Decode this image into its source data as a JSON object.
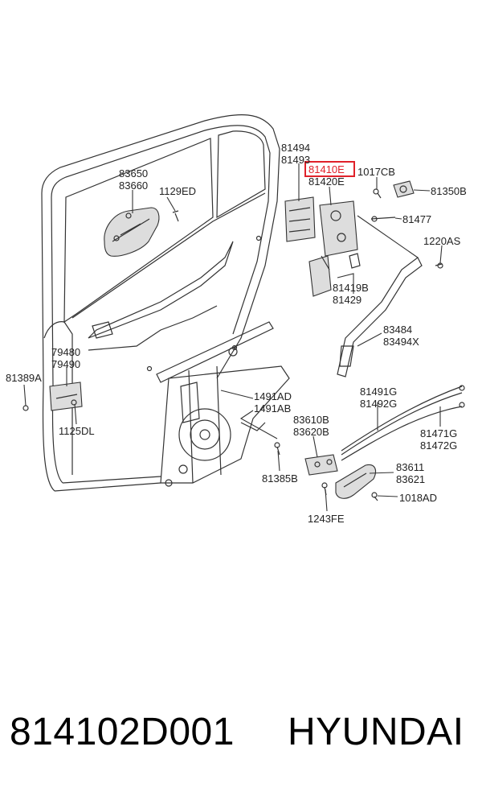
{
  "diagram": {
    "labels": {
      "l81494": "81494",
      "l81493": "81493",
      "l81410E": "81410E",
      "l81420E": "81420E",
      "l1017CB": "1017CB",
      "l81350B": "81350B",
      "l81477": "81477",
      "l1220AS": "1220AS",
      "l83650": "83650",
      "l83660": "83660",
      "l1129ED": "1129ED",
      "l81419B": "81419B",
      "l81429": "81429",
      "l83484": "83484",
      "l83494X": "83494X",
      "l79480": "79480",
      "l79490": "79490",
      "l81389A": "81389A",
      "l1125DL": "1125DL",
      "l1491AD": "1491AD",
      "l1491AB": "1491AB",
      "l83610B": "83610B",
      "l83620B": "83620B",
      "l81491G": "81491G",
      "l81492G": "81492G",
      "l81471G": "81471G",
      "l81472G": "81472G",
      "l83611": "83611",
      "l83621": "83621",
      "l1018AD": "1018AD",
      "l81385B": "81385B",
      "l1243FE": "1243FE"
    },
    "highlight_color": "#e0212a"
  },
  "footer": {
    "part_number": "814102D001",
    "brand": "HYUNDAI"
  }
}
